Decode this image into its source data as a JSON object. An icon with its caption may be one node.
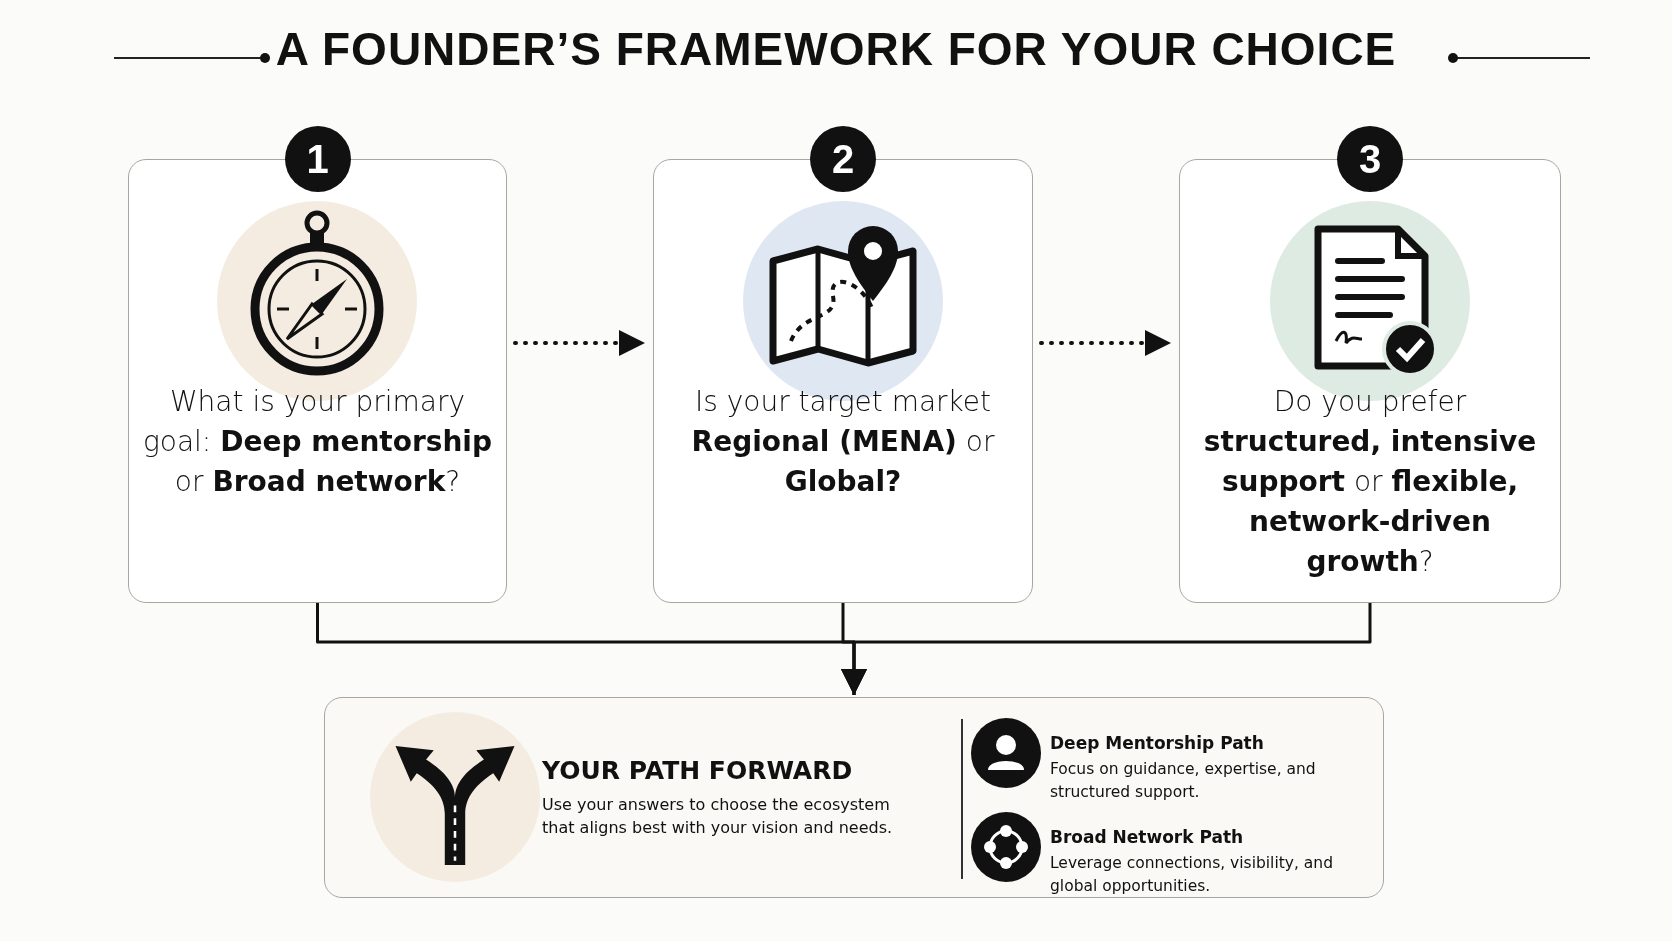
{
  "diagram": {
    "title": "A FOUNDER’S FRAMEWORK FOR YOUR CHOICE",
    "nodes": [
      {
        "text": [
          "1",
          "What is your primary goal: **Deep mentorship** or **Broad network**?"
        ]
      },
      {
        "text": [
          "2",
          "Is your target market **Regional (MENA)** or **Global?**"
        ]
      },
      {
        "text": [
          "3",
          "Do you prefer **structured, intensive support** or **flexible, network-driven growth**?"
        ]
      },
      {
        "text": [
          "YOUR PATH FORWARD",
          "Use your answers to choose the ecosystem that aligns best with your vision and needs."
        ]
      }
    ],
    "edges": [
      {
        "from": 0,
        "to": 1,
        "arrow": "to",
        "style": "dashed"
      },
      {
        "from": 1,
        "to": 2,
        "arrow": "to",
        "style": "dashed"
      },
      {
        "from": 0,
        "to": 3,
        "arrow": "to"
      },
      {
        "from": 1,
        "to": 3,
        "arrow": "to"
      },
      {
        "from": 2,
        "to": 3,
        "arrow": "to"
      }
    ],
    "labels": [
      "Deep Mentorship Path",
      "Focus on guidance, expertise, and structured support.",
      "Broad Network Path",
      "Leverage connections, visibility, and global opportunities."
    ]
  }
}
